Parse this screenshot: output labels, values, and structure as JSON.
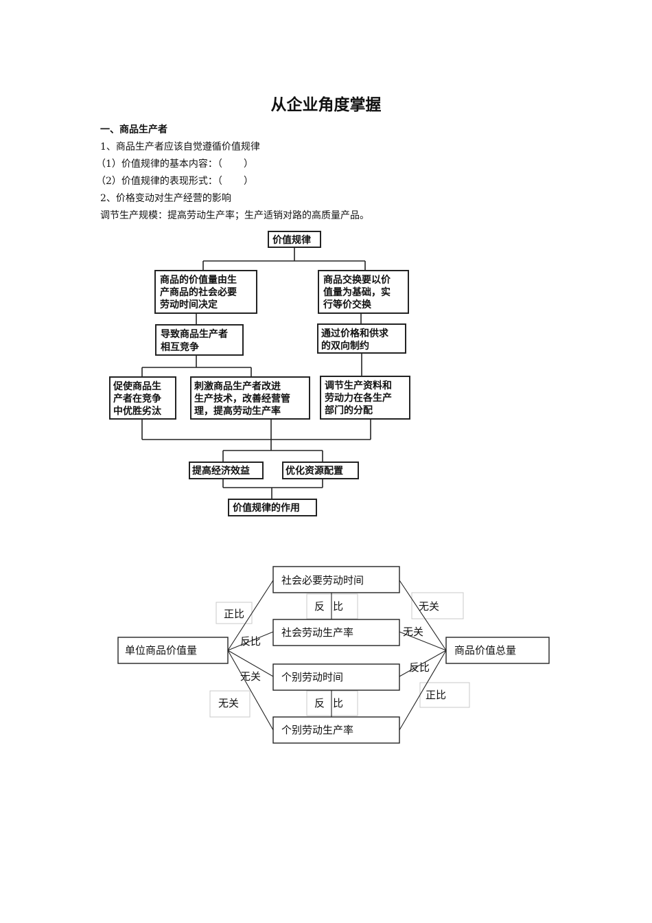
{
  "doc": {
    "title": "从企业角度掌握",
    "section1": "一、商品生产者",
    "item1": "1、商品生产者应该自觉遵循价值规律",
    "item1_1": "（1）价值规律的基本内容：（       ）",
    "item1_2": "（2）价值规律的表现形式：（       ）",
    "item2": "2、价格变动对生产经营的影响",
    "item2_text": "调节生产规模：提高劳动生产率；生产适销对路的高质量产品。"
  },
  "flowchart": {
    "top": "价值规律",
    "left1": [
      "商品的价值量由生",
      "产商品的社会必要",
      "劳动时间决定"
    ],
    "right1": [
      "商品交换要以价",
      "值量为基础，实",
      "行等价交换"
    ],
    "left2": [
      "导致商品生产者",
      "相互竞争"
    ],
    "right2": [
      "通过价格和供求",
      "的双向制约"
    ],
    "b1": [
      "促使商品生",
      "产者在竞争",
      "中优胜劣汰"
    ],
    "b2": [
      "刺激商品生产者改进",
      "生产技术，改善经营管",
      "理，提高劳动生产率"
    ],
    "b3": [
      "调节生产资料和",
      "劳动力在各生产",
      "部门的分配"
    ],
    "c1": "提高经济效益",
    "c2": "优化资源配置",
    "bottom": "价值规律的作用"
  },
  "relation_diagram": {
    "left": "单位商品价值量",
    "right": "商品价值总量",
    "m1": "社会必要劳动时间",
    "m2": "社会劳动生产率",
    "m3": "个别劳动时间",
    "m4": "个别劳动生产率",
    "labels": {
      "fan": "反",
      "bi": "比",
      "zhengbi": "正比",
      "fanbi": "反比",
      "wuguan": "无关"
    }
  }
}
